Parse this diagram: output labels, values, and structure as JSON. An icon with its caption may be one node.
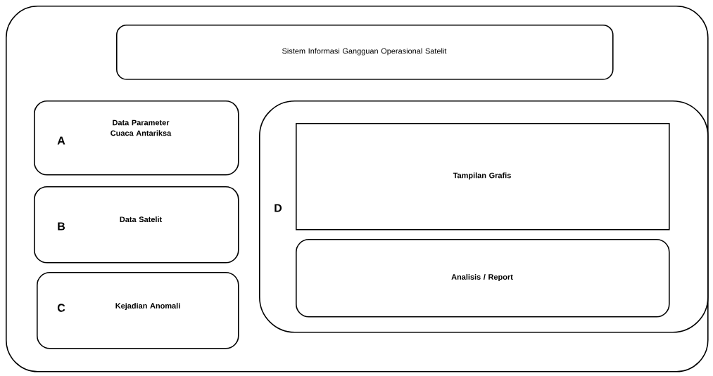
{
  "diagram": {
    "nodes": [
      {
        "text": [],
        "shape": "box"
      },
      {
        "text": [
          "Sistem Informasi Gangguan Operasional Satelit"
        ],
        "in": 0
      },
      {
        "text": [
          "A",
          "Data Parameter Cuaca Antariksa"
        ],
        "in": 0
      },
      {
        "text": [
          "B",
          "Data Satelit"
        ],
        "in": 0
      },
      {
        "text": [
          "C",
          "Kejadian Anomali"
        ],
        "in": 0
      },
      {
        "text": [
          "D"
        ],
        "in": 0
      },
      {
        "text": [
          "Tampilan Grafis"
        ],
        "in": 5
      },
      {
        "text": [
          "Analisis / Report"
        ],
        "in": 5
      }
    ]
  }
}
